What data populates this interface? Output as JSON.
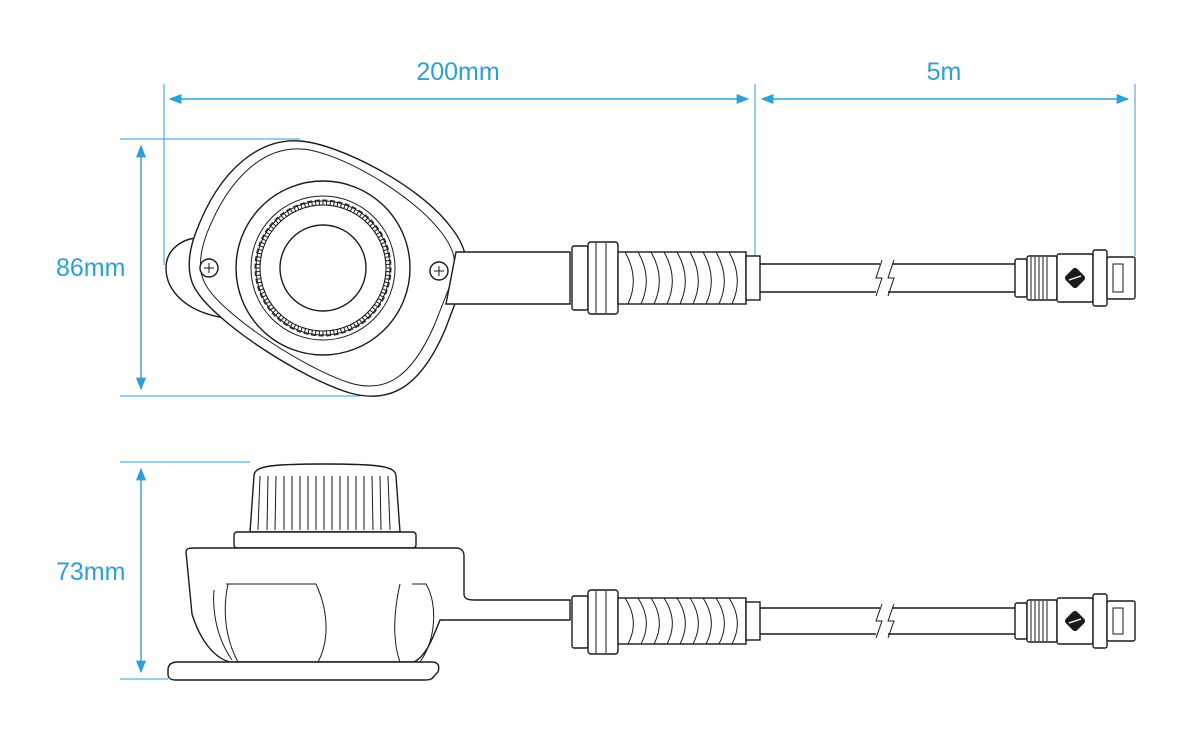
{
  "colors": {
    "dimension": "#2d9fd8",
    "outline": "#1a1a1a",
    "background": "#ffffff"
  },
  "dimensions": {
    "length_body": "200mm",
    "length_cable": "5m",
    "height_top_view": "86mm",
    "height_side_view": "73mm"
  },
  "icons": {
    "screw_left": "phillips-screw-icon",
    "screw_right": "phillips-screw-icon",
    "connector_logo": "connector-logo-icon"
  }
}
